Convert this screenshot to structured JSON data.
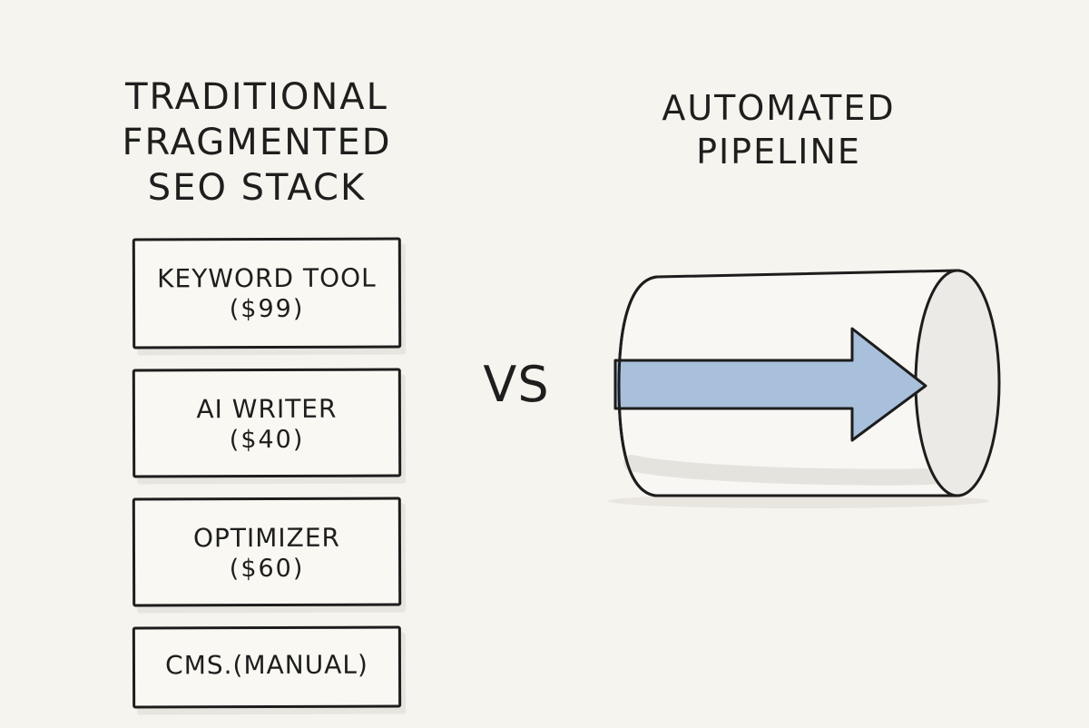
{
  "left_heading": {
    "lines": [
      "TRADITIONAL",
      "FRAGMENTED",
      "SEO STACK"
    ]
  },
  "right_heading": {
    "lines": [
      "AUTOMATED",
      "PIPELINE"
    ]
  },
  "tools": [
    {
      "name": "KEYWORD TOOL",
      "price": "($99)"
    },
    {
      "name": "AI WRITER",
      "price": "($40)"
    },
    {
      "name": "OPTIMIZER",
      "price": "($60)"
    },
    {
      "name": "CMS.(MANUAL)",
      "price": ""
    }
  ],
  "comparison_label": "VS",
  "colors": {
    "background": "#f6f4ee",
    "ink": "#1e1e1e",
    "arrow": "#a9c0dc",
    "pipe_shadow": "#e3e2dd"
  },
  "icons": {
    "pipeline": "cylinder-pipe-icon",
    "arrow": "right-arrow-icon"
  }
}
